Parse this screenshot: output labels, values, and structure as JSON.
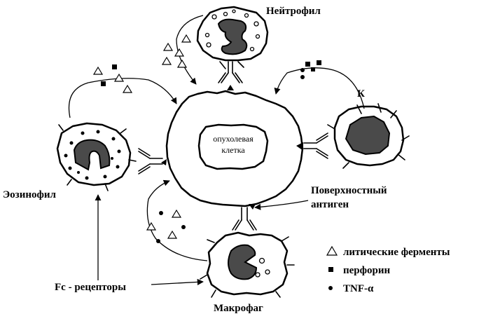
{
  "cells": {
    "tumor": "опухолевая клетка",
    "neutrophil": "Нейтрофил",
    "k_cell": "К",
    "eosinophil": "Эозинофил",
    "macrophage": "Макрофаг"
  },
  "labels": {
    "surface_antigen_line1": "Поверхностный",
    "surface_antigen_line2": "антиген",
    "fc_receptors": "Fc - рецепторы"
  },
  "legend": {
    "lytic_enzymes": "литические ферменты",
    "perforin": "перфорин",
    "tnf": "TNF-α"
  },
  "tumor_label_lines": [
    "опухолевая",
    "клетка"
  ]
}
